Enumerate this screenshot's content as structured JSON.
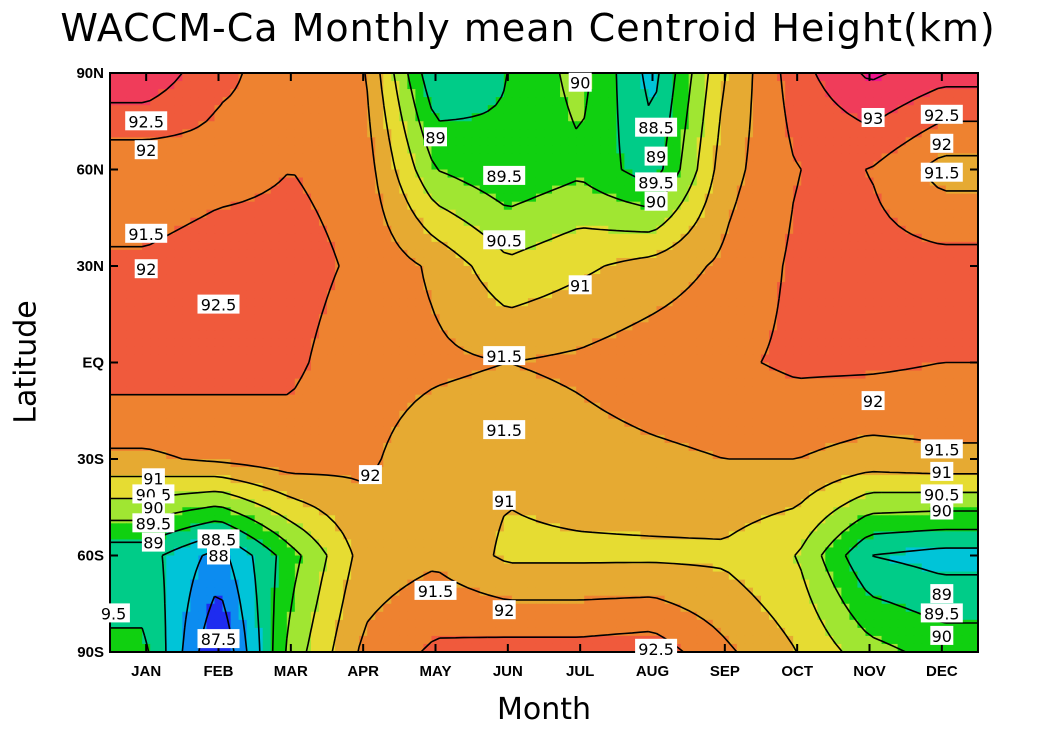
{
  "chart_data": {
    "type": "heatmap",
    "title": "WACCM-Ca Monthly mean Centroid Height(km)",
    "xlabel": "Month",
    "ylabel": "Latitude",
    "x_ticks": [
      "JAN",
      "FEB",
      "MAR",
      "APR",
      "MAY",
      "JUN",
      "JUL",
      "AUG",
      "SEP",
      "OCT",
      "NOV",
      "DEC"
    ],
    "y_ticks": [
      "90N",
      "60N",
      "30N",
      "EQ",
      "30S",
      "60S",
      "90S"
    ],
    "x_values": [
      1,
      2,
      3,
      4,
      5,
      6,
      7,
      8,
      9,
      10,
      11,
      12
    ],
    "y_values": [
      90,
      60,
      30,
      0,
      -30,
      -60,
      -90
    ],
    "levels": [
      87.5,
      88,
      88.5,
      89,
      89.5,
      90,
      90.5,
      91,
      91.5,
      92,
      92.5,
      93
    ],
    "colors": [
      "#8a00e0",
      "#1e2cf0",
      "#0c8cf0",
      "#00c4d8",
      "#00cc88",
      "#10d010",
      "#a0e632",
      "#e6dc32",
      "#e6aa32",
      "#ee8230",
      "#f05a3c",
      "#f03c5a",
      "#f0148c"
    ],
    "z": [
      [
        92.9,
        92.1,
        91.8,
        91.6,
        89.0,
        89.5,
        90.2,
        88.8,
        91.0,
        92.3,
        93.1,
        92.7
      ],
      [
        91.6,
        91.8,
        92.0,
        91.8,
        90.0,
        89.6,
        89.9,
        89.2,
        91.3,
        92.0,
        92.0,
        91.3
      ],
      [
        92.1,
        92.3,
        92.2,
        91.9,
        91.4,
        90.6,
        90.9,
        91.2,
        91.6,
        92.1,
        92.2,
        92.2
      ],
      [
        92.3,
        92.2,
        92.1,
        91.7,
        91.6,
        91.5,
        91.6,
        91.8,
        91.9,
        92.1,
        92.1,
        92.0
      ],
      [
        91.4,
        91.6,
        91.8,
        91.6,
        91.2,
        91.1,
        91.3,
        91.4,
        91.5,
        91.5,
        91.3,
        91.4
      ],
      [
        89.2,
        88.3,
        89.8,
        91.2,
        91.4,
        90.9,
        90.9,
        90.9,
        90.9,
        90.5,
        89.0,
        88.8
      ],
      [
        89.6,
        87.4,
        90.2,
        91.6,
        92.1,
        92.2,
        92.2,
        92.3,
        91.6,
        91.0,
        90.2,
        89.8
      ]
    ],
    "contour_labels": [
      {
        "text": "92.5",
        "x": 1,
        "y": 75
      },
      {
        "text": "92",
        "x": 1,
        "y": 66
      },
      {
        "text": "91.5",
        "x": 1,
        "y": 40
      },
      {
        "text": "92",
        "x": 1,
        "y": 29
      },
      {
        "text": "92.5",
        "x": 2,
        "y": 18
      },
      {
        "text": "89",
        "x": 5,
        "y": 70
      },
      {
        "text": "89.5",
        "x": 5.95,
        "y": 58
      },
      {
        "text": "90.5",
        "x": 5.95,
        "y": 38
      },
      {
        "text": "90",
        "x": 7,
        "y": 87
      },
      {
        "text": "91",
        "x": 7,
        "y": 24
      },
      {
        "text": "88.5",
        "x": 8.05,
        "y": 73
      },
      {
        "text": "89",
        "x": 8.05,
        "y": 64
      },
      {
        "text": "89.5",
        "x": 8.05,
        "y": 56
      },
      {
        "text": "90",
        "x": 8.05,
        "y": 50
      },
      {
        "text": "91.5",
        "x": 5.95,
        "y": 2
      },
      {
        "text": "91.5",
        "x": 5.95,
        "y": -21
      },
      {
        "text": "92",
        "x": 4.1,
        "y": -35
      },
      {
        "text": "91",
        "x": 5.95,
        "y": -43
      },
      {
        "text": "91.5",
        "x": 5,
        "y": -71
      },
      {
        "text": "92",
        "x": 5.95,
        "y": -77
      },
      {
        "text": "92.5",
        "x": 8.05,
        "y": -89
      },
      {
        "text": "93",
        "x": 11.05,
        "y": 76
      },
      {
        "text": "92.5",
        "x": 12,
        "y": 77
      },
      {
        "text": "92",
        "x": 12,
        "y": 68
      },
      {
        "text": "91.5",
        "x": 12,
        "y": 59
      },
      {
        "text": "92",
        "x": 11.05,
        "y": -12
      },
      {
        "text": "91.5",
        "x": 12,
        "y": -27
      },
      {
        "text": "91",
        "x": 12,
        "y": -34
      },
      {
        "text": "90.5",
        "x": 12,
        "y": -41
      },
      {
        "text": "90",
        "x": 12,
        "y": -46
      },
      {
        "text": "89",
        "x": 12,
        "y": -72
      },
      {
        "text": "89.5",
        "x": 12,
        "y": -78
      },
      {
        "text": "90",
        "x": 12,
        "y": -85
      },
      {
        "text": "91",
        "x": 1.1,
        "y": -36
      },
      {
        "text": "90.5",
        "x": 1.1,
        "y": -41
      },
      {
        "text": "90",
        "x": 1.1,
        "y": -45
      },
      {
        "text": "89.5",
        "x": 1.1,
        "y": -50
      },
      {
        "text": "89",
        "x": 1.1,
        "y": -56
      },
      {
        "text": "88.5",
        "x": 2,
        "y": -55
      },
      {
        "text": "88",
        "x": 2,
        "y": -60
      },
      {
        "text": "87.5",
        "x": 2,
        "y": -86
      },
      {
        "text": "9.5",
        "x": 0.55,
        "y": -78
      }
    ],
    "xlim": [
      0.5,
      12.5
    ],
    "ylim": [
      -90,
      90
    ]
  }
}
